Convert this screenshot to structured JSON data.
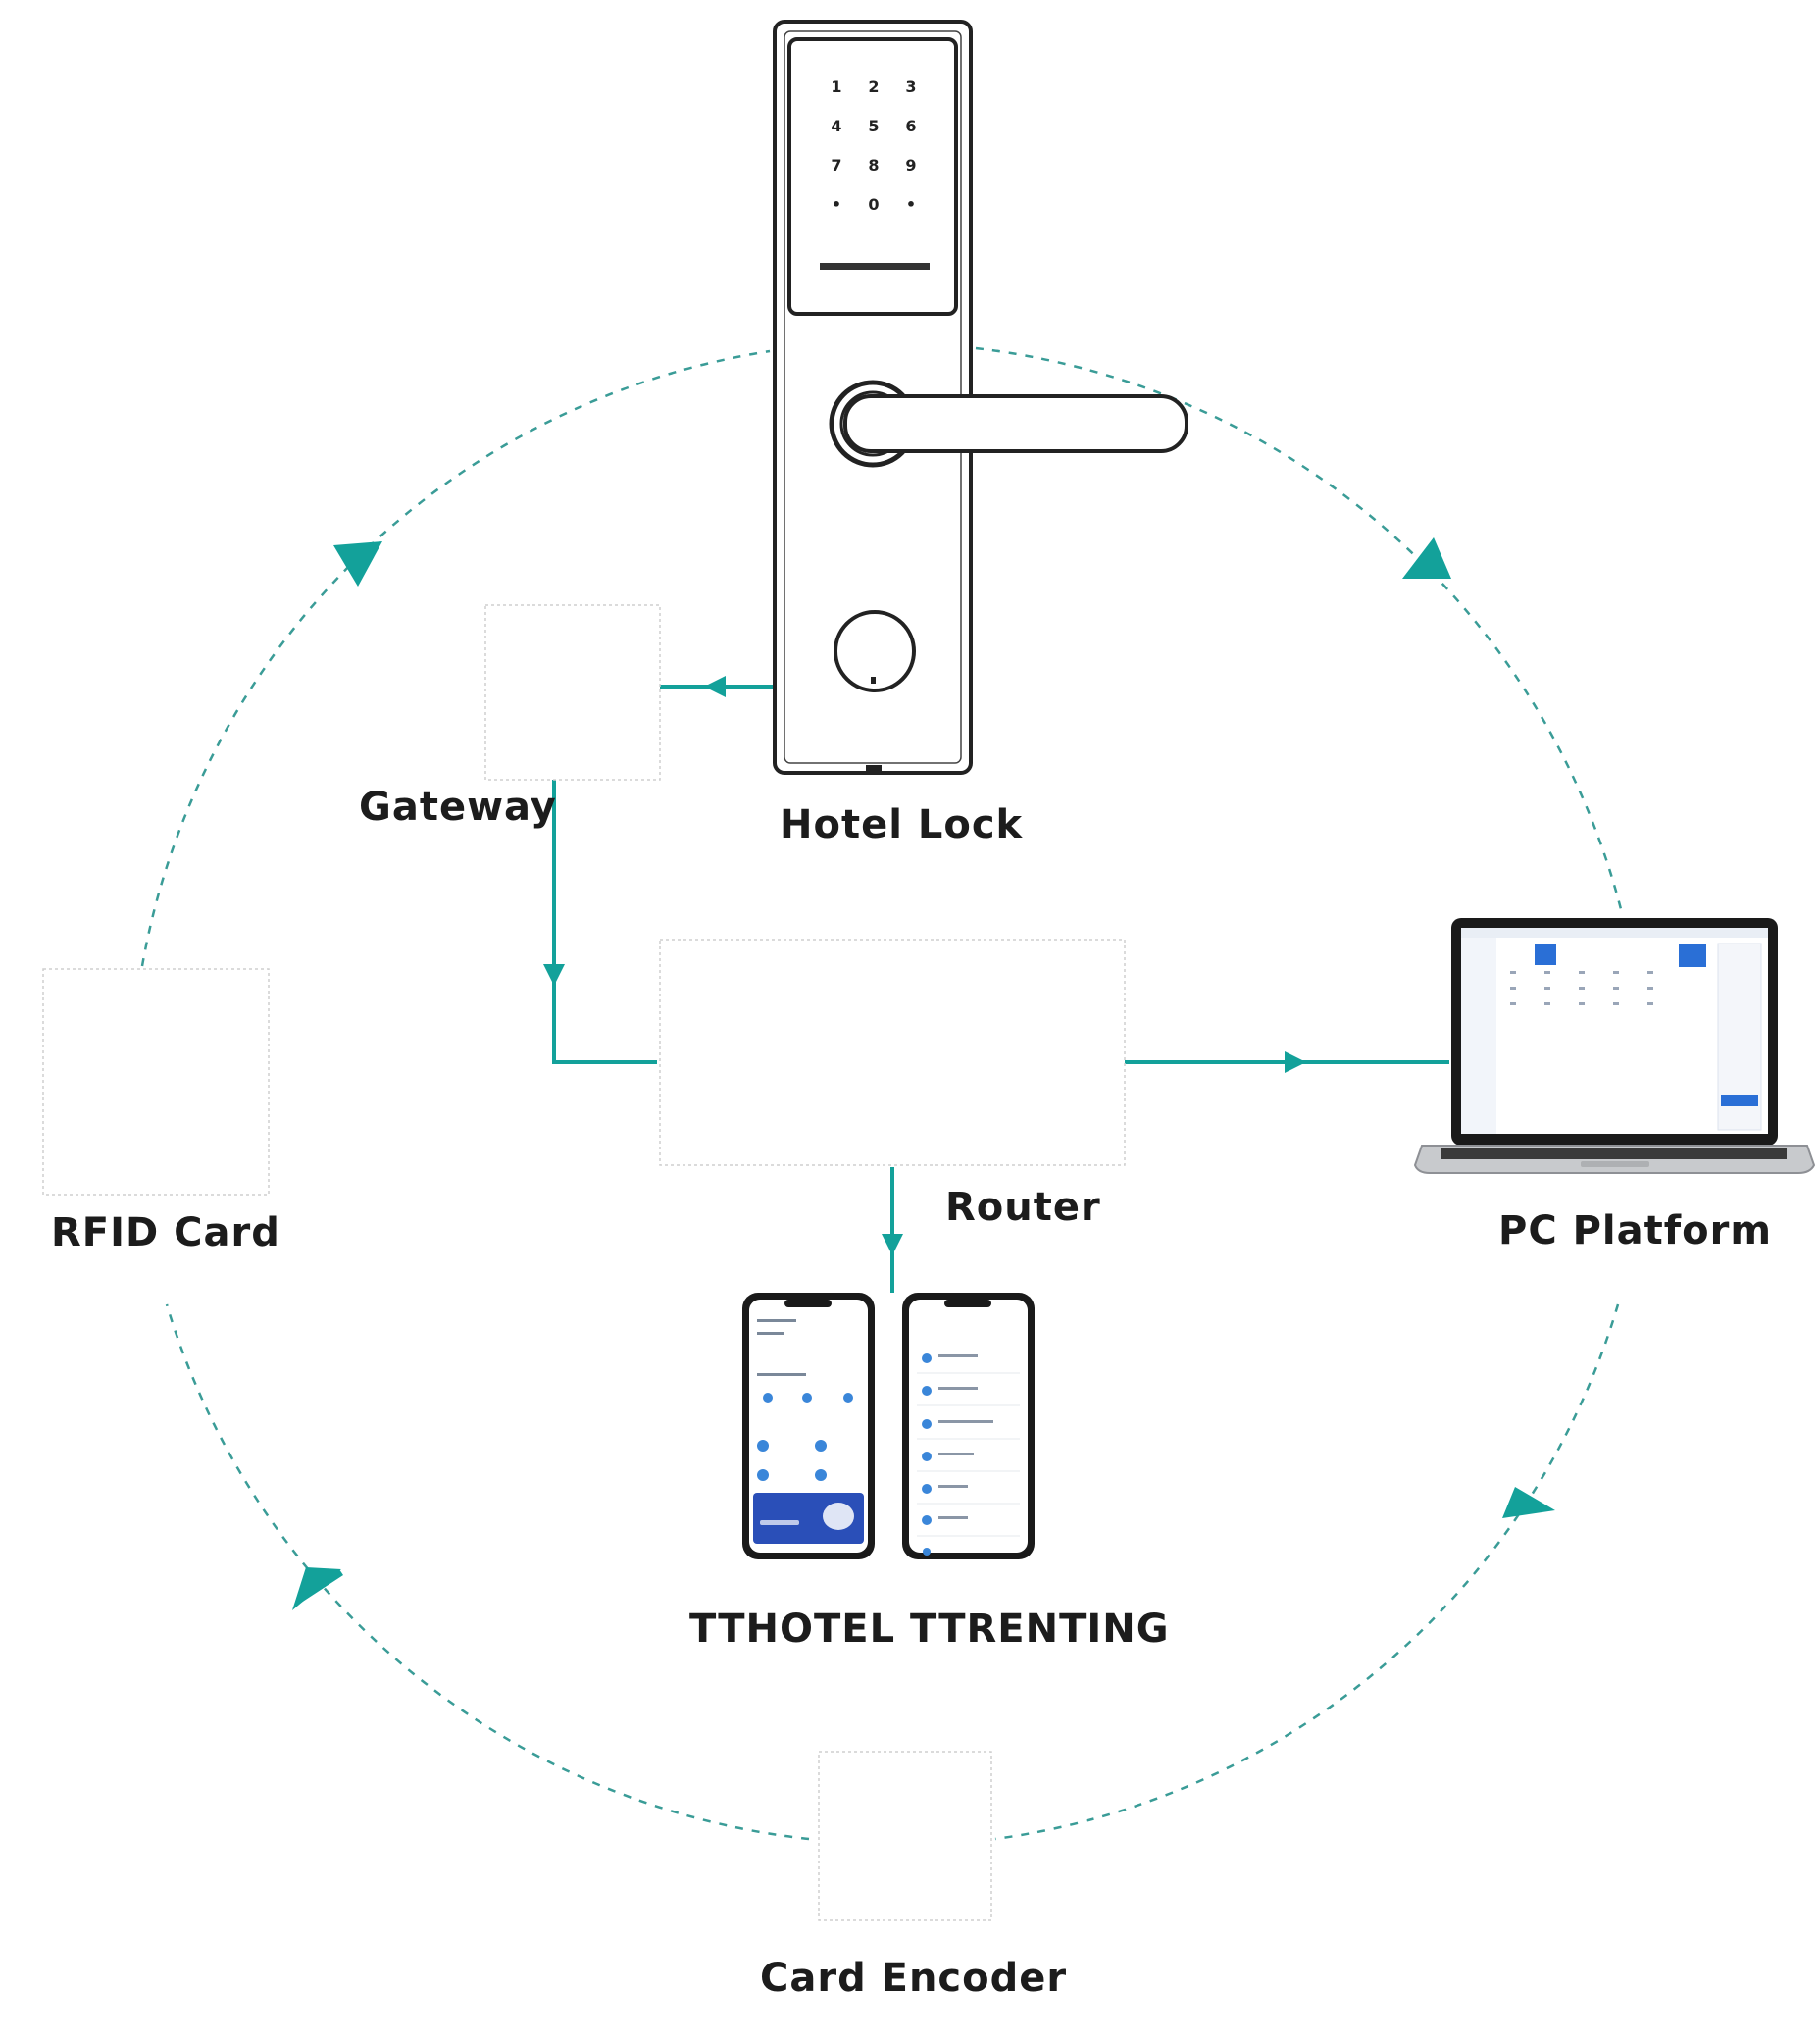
{
  "diagram": {
    "nodes": {
      "hotel_lock": {
        "label": "Hotel Lock",
        "icon": "smart-door-lock-illustration"
      },
      "gateway": {
        "label": "Gateway",
        "icon": "gateway-device-placeholder"
      },
      "router": {
        "label": "Router",
        "icon": "router-device-placeholder"
      },
      "pc_platform": {
        "label": "PC Platform",
        "icon": "laptop-illustration"
      },
      "rfid_card": {
        "label": "RFID Card",
        "icon": "rfid-card-placeholder"
      },
      "mobile_app": {
        "label": "TTHOTEL TTRENTING",
        "icon": "smartphone-app-illustration"
      },
      "card_encoder": {
        "label": "Card Encoder",
        "icon": "card-encoder-placeholder"
      }
    },
    "keypad_keys": [
      "1",
      "2",
      "3",
      "4",
      "5",
      "6",
      "7",
      "8",
      "9",
      "•",
      "0",
      "•"
    ],
    "colors": {
      "connector": "#13a19a",
      "dashed_loop": "#3a9c97",
      "label_text": "#1c1c1c",
      "device_outline": "#222222",
      "app_accent": "#2a6fd6"
    }
  }
}
